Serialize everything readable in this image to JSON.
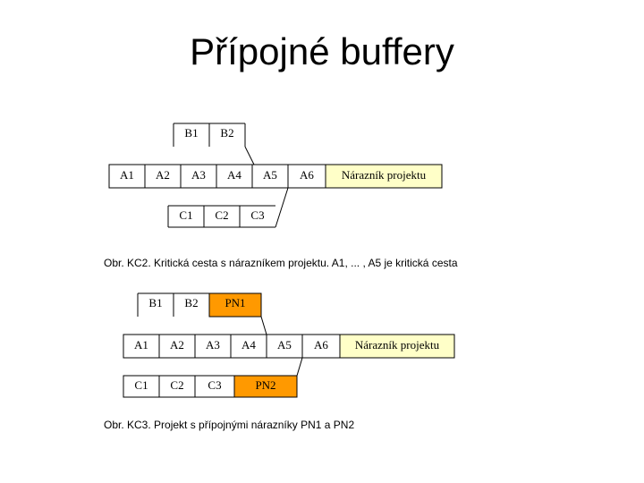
{
  "slide": {
    "title": "Přípojné buffery"
  },
  "colors": {
    "project_buffer": "#ffffc8",
    "feeding_buffer": "#ff9900",
    "line": "#000000"
  },
  "figure1": {
    "b_chain": [
      "B1",
      "B2"
    ],
    "a_chain": [
      "A1",
      "A2",
      "A3",
      "A4",
      "A5",
      "A6"
    ],
    "project_buffer": "Nárazník projektu",
    "c_chain": [
      "C1",
      "C2",
      "C3"
    ],
    "caption": "Obr. KC2. Kritická cesta s nárazníkem projektu. A1, ... , A5 je kritická cesta"
  },
  "figure2": {
    "b_chain": [
      "B1",
      "B2"
    ],
    "b_buffer": "PN1",
    "a_chain": [
      "A1",
      "A2",
      "A3",
      "A4",
      "A5",
      "A6"
    ],
    "project_buffer": "Nárazník projektu",
    "c_chain": [
      "C1",
      "C2",
      "C3"
    ],
    "c_buffer": "PN2",
    "caption": "Obr. KC3. Projekt s přípojnými nárazníky PN1 a PN2"
  }
}
